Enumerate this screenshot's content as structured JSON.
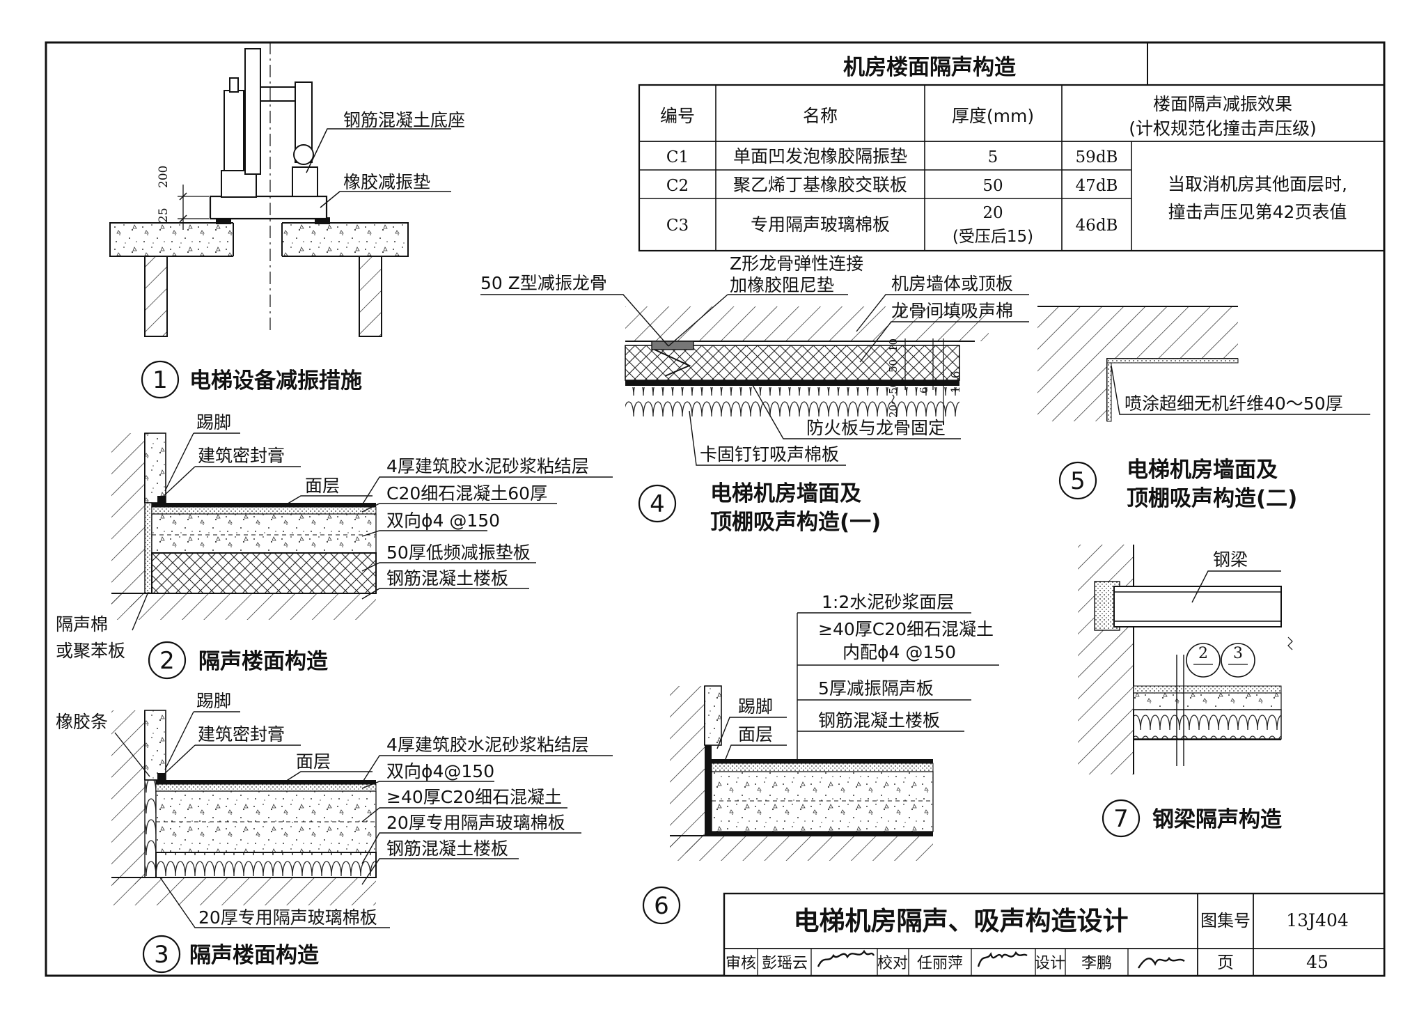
{
  "table": {
    "title": "机房楼面隔声构造",
    "headers": [
      "编号",
      "名称",
      "厚度(mm)",
      "楼面隔声减振效果",
      "(计权规范化撞击声压级)"
    ],
    "rows": [
      {
        "code": "C1",
        "name": "单面凹发泡橡胶隔振垫",
        "thickness": "5",
        "thickness2": "",
        "effect": "59dB"
      },
      {
        "code": "C2",
        "name": "聚乙烯丁基橡胶交联板",
        "thickness": "50",
        "thickness2": "",
        "effect": "47dB"
      },
      {
        "code": "C3",
        "name": "专用隔声玻璃棉板",
        "thickness": "20",
        "thickness2": "(受压后15)",
        "effect": "46dB"
      }
    ],
    "note": [
      "当取消机房其他面层时,",
      "撞击声压见第42页表值"
    ]
  },
  "detail1": {
    "num": "1",
    "title": "电梯设备减振措施",
    "labels": [
      "钢筋混凝土底座",
      "橡胶减振垫"
    ],
    "dims": [
      "200",
      "25"
    ]
  },
  "detail2": {
    "num": "2",
    "title": "隔声楼面构造",
    "labels": [
      "踢脚",
      "建筑密封膏",
      "面层",
      "4厚建筑胶水泥砂浆粘结层",
      "C20细石混凝土60厚",
      "双向ϕ4 @150",
      "50厚低频减振垫板",
      "钢筋混凝土楼板",
      "隔声棉",
      "或聚苯板"
    ]
  },
  "detail3": {
    "num": "3",
    "title": "隔声楼面构造",
    "labels": [
      "橡胶条",
      "踢脚",
      "建筑密封膏",
      "面层",
      "4厚建筑胶水泥砂浆粘结层",
      "双向ϕ4@150",
      "≥40厚C20细石混凝土",
      "20厚专用隔声玻璃棉板",
      "钢筋混凝土楼板",
      "20厚专用隔声玻璃棉板"
    ]
  },
  "detail4": {
    "num": "4",
    "title": [
      "电梯机房墙面及",
      "顶棚吸声构造(一)"
    ],
    "labels": [
      "50 Z型减振龙骨",
      "Z形龙骨弹性连接",
      "加橡胶阻尼垫",
      "机房墙体或顶板",
      "龙骨间填吸声棉",
      "防火板与龙骨固定",
      "卡固钉钉吸声棉板"
    ],
    "dims": [
      "20～50",
      "50",
      "10",
      "6",
      "116"
    ]
  },
  "detail5": {
    "num": "5",
    "title": [
      "电梯机房墙面及",
      "顶棚吸声构造(二)"
    ],
    "labels": [
      "喷涂超细无机纤维40～50厚"
    ]
  },
  "detail6": {
    "num": "6",
    "labels": [
      "1:2水泥砂浆面层",
      "≥40厚C20细石混凝土",
      "内配ϕ4 @150",
      "5厚减振隔声板",
      "钢筋混凝土楼板",
      "踢脚",
      "面层"
    ]
  },
  "detail7": {
    "num": "7",
    "title": "钢梁隔声构造",
    "labels": [
      "钢梁"
    ],
    "refs": [
      "2",
      "3"
    ]
  },
  "titleblock": {
    "title": "电梯机房隔声、吸声构造设计",
    "atlas_label": "图集号",
    "atlas_no": "13J404",
    "page_label": "页",
    "page_no": "45",
    "review_label": "审核",
    "reviewer": "彭瑶云",
    "check_label": "校对",
    "checker": "任丽萍",
    "design_label": "设计",
    "designer": "李鹏"
  }
}
